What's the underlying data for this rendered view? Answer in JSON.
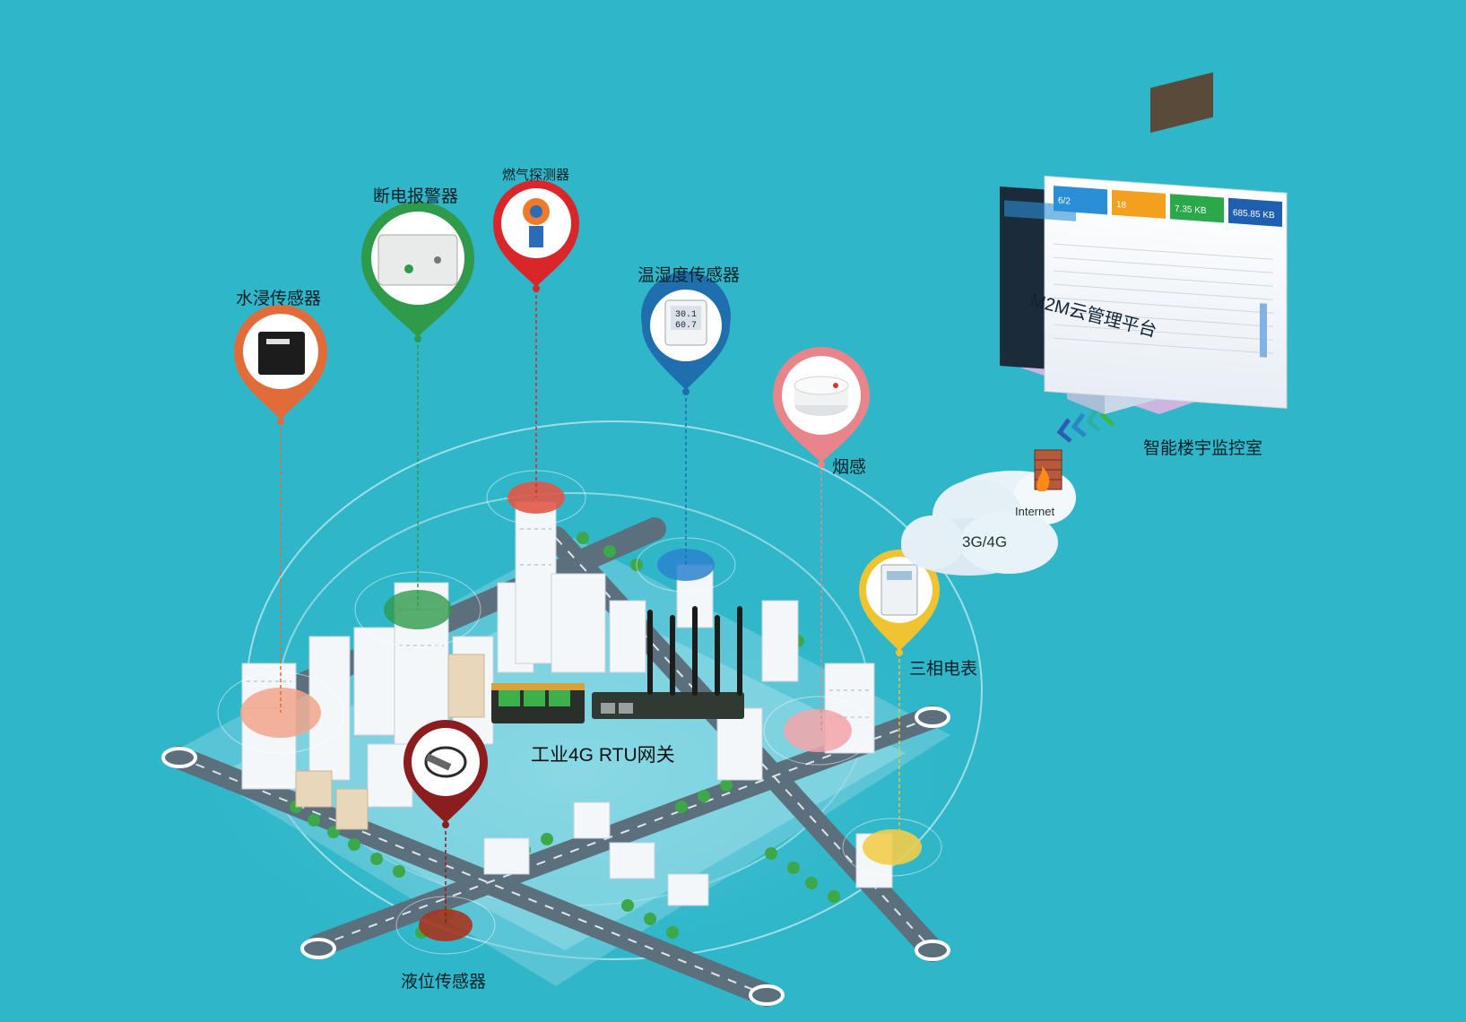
{
  "sensors": {
    "water_immersion": "水浸传感器",
    "power_failure_alarm": "断电报警器",
    "gas_detector": "燃气探测器",
    "temp_humidity": "温湿度传感器",
    "smoke": "烟感",
    "three_phase_meter": "三相电表",
    "liquid_level": "液位传感器"
  },
  "gateway": {
    "label": "工业4G RTU网关"
  },
  "network": {
    "mobile": "3G/4G",
    "internet": "Internet"
  },
  "cloud": {
    "platform": "M2M云管理平台",
    "monitor_room": "智能楼宇监控室"
  },
  "dashboard_tiles": [
    "6/2",
    "18",
    "7.35 KB",
    "685.85 KB"
  ],
  "device_readouts": {
    "temp": "30.1",
    "humidity": "60.7"
  },
  "colors": {
    "background": "#2fb7c9",
    "water_pin": "#e26b3a",
    "power_pin": "#2e9a4a",
    "gas_pin": "#d9262b",
    "temp_pin": "#1f6fae",
    "smoke_pin": "#e8858b",
    "meter_pin": "#f0c330",
    "liquid_pin": "#8c1d1e",
    "tile_blue": "#2a8fd6",
    "tile_orange": "#f2a01e",
    "tile_green": "#2aa84a",
    "tile_darkblue": "#1f5fb0"
  }
}
